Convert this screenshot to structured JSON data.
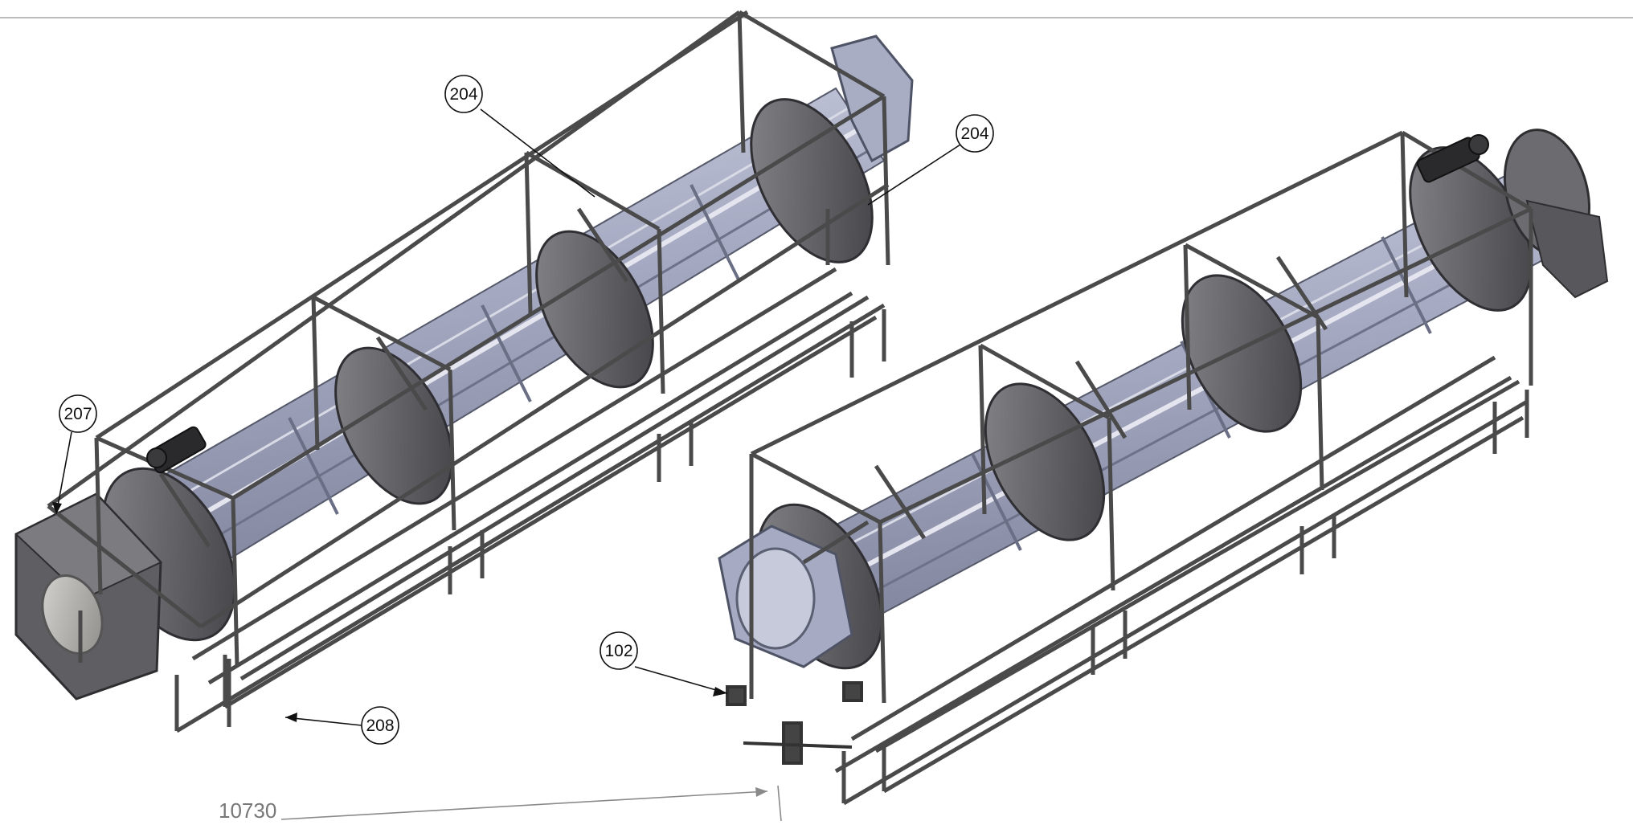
{
  "callouts": {
    "c204_left": "204",
    "c204_right": "204",
    "c207": "207",
    "c208": "208",
    "c102": "102"
  },
  "dimension": {
    "overall_length": "10730"
  },
  "colors": {
    "frame": "#4a4a4a",
    "frame_light": "#8a8a8a",
    "drum": "#a3a7c0",
    "drum_light": "#c6c9db",
    "drum_dark": "#7c8098",
    "flange": "#5a5a5c",
    "hopper": "#6a6a6c",
    "dimension_line": "#8a8a8a",
    "border_line": "#bdbdbd"
  }
}
